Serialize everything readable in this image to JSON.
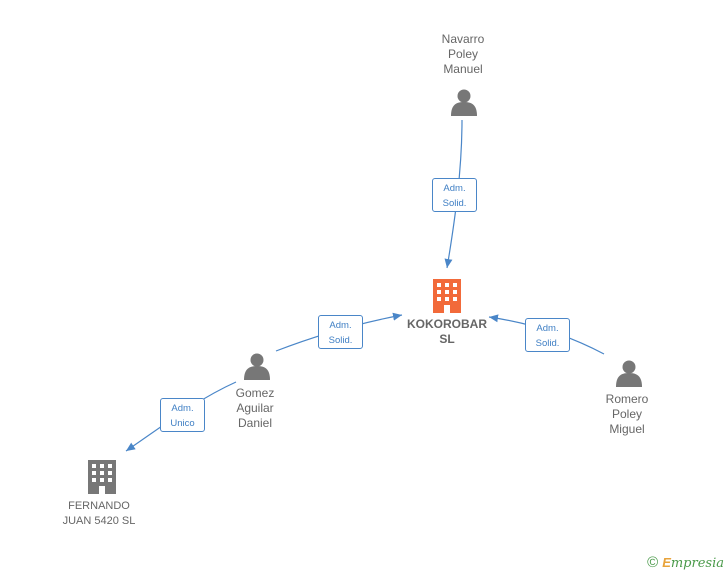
{
  "nodes": {
    "navarro": {
      "label": "Navarro\nPoley\nManuel",
      "type": "person"
    },
    "kokorobar": {
      "label": "KOKOROBAR\nSL",
      "type": "company-main"
    },
    "gomez": {
      "label": "Gomez\nAguilar\nDaniel",
      "type": "person"
    },
    "romero": {
      "label": "Romero\nPoley\nMiguel",
      "type": "person"
    },
    "fernando": {
      "label": "FERNANDO\nJUAN 5420  SL",
      "type": "company"
    }
  },
  "edges": {
    "navarro_kokorobar": "Adm.\nSolid.",
    "gomez_kokorobar": "Adm.\nSolid.",
    "romero_kokorobar": "Adm.\nSolid.",
    "gomez_fernando": "Adm.\nUnico"
  },
  "colors": {
    "edge": "#4a86c8",
    "person_icon": "#777777",
    "company_icon": "#777777",
    "main_company_icon": "#f26a3a"
  },
  "footer": {
    "copyright": "©",
    "brand_initial": "E",
    "brand_rest": "mpresia"
  }
}
